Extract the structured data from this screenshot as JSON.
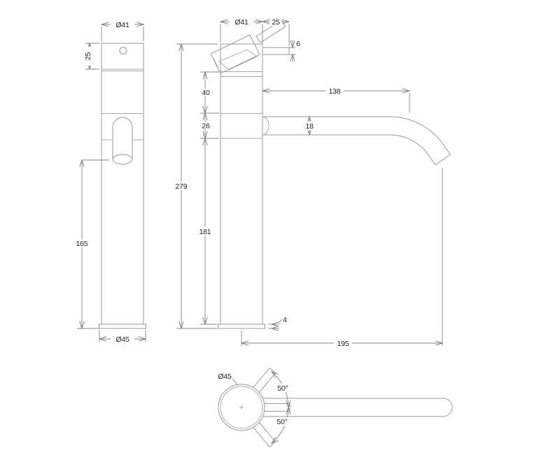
{
  "drawing": {
    "type": "technical-dimension-drawing",
    "subject": "tall single-lever basin mixer tap, three orthographic views",
    "colors": {
      "background": "#ffffff",
      "geometry_line": "#9a9a9a",
      "dimension_line": "#838383",
      "text": "#1f1f1f"
    },
    "views": {
      "front": {
        "dims": {
          "top_diameter": "Ø41",
          "cap_height": "25",
          "outlet_height": "165",
          "base_diameter": "Ø45"
        }
      },
      "side": {
        "dims": {
          "body_diameter": "Ø41",
          "handle_reach": "25",
          "handle_rod_diameter": "6",
          "upper_section": "40",
          "spout_section": "26",
          "spout_reach": "138",
          "spout_tube_diameter": "18",
          "total_height": "279",
          "lower_section": "181",
          "base_plate_thickness": "4",
          "total_reach": "195"
        }
      },
      "plan": {
        "dims": {
          "base_diameter": "Ø45",
          "handle_swing_up": "50°",
          "handle_swing_down": "50°"
        }
      }
    }
  }
}
